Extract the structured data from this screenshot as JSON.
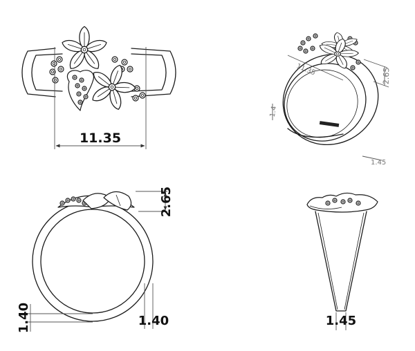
{
  "views": {
    "top": {
      "width_label": "11.35"
    },
    "perspective": {
      "width_label": "11.35",
      "height_label": "2.65",
      "side_label": "1.4",
      "bottom_label": "1.45"
    },
    "front": {
      "height_label": "2.65",
      "shank_left_label": "1.40",
      "shank_right_label": "1.40"
    },
    "side": {
      "bottom_label": "1.45"
    }
  },
  "colors": {
    "line": "#1a1a1a",
    "dimension": "#555555",
    "background": "#ffffff"
  }
}
